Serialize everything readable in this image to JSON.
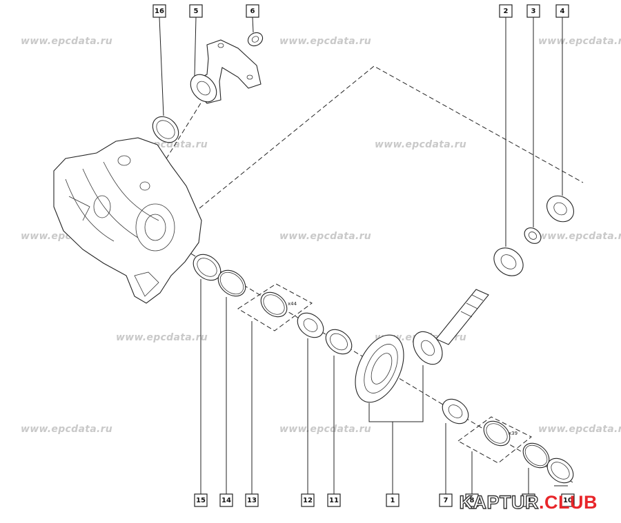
{
  "watermark": "www.epcdata.ru",
  "brand": {
    "part1": "KAPTUR",
    "part2": ".CLUB"
  },
  "callouts": [
    "16",
    "5",
    "6",
    "2",
    "3",
    "4",
    "15",
    "14",
    "13",
    "12",
    "11",
    "1",
    "7",
    "8",
    "9",
    "10"
  ],
  "quantities": {
    "shim_set_left": "x44",
    "shim_set_right": "x39"
  }
}
